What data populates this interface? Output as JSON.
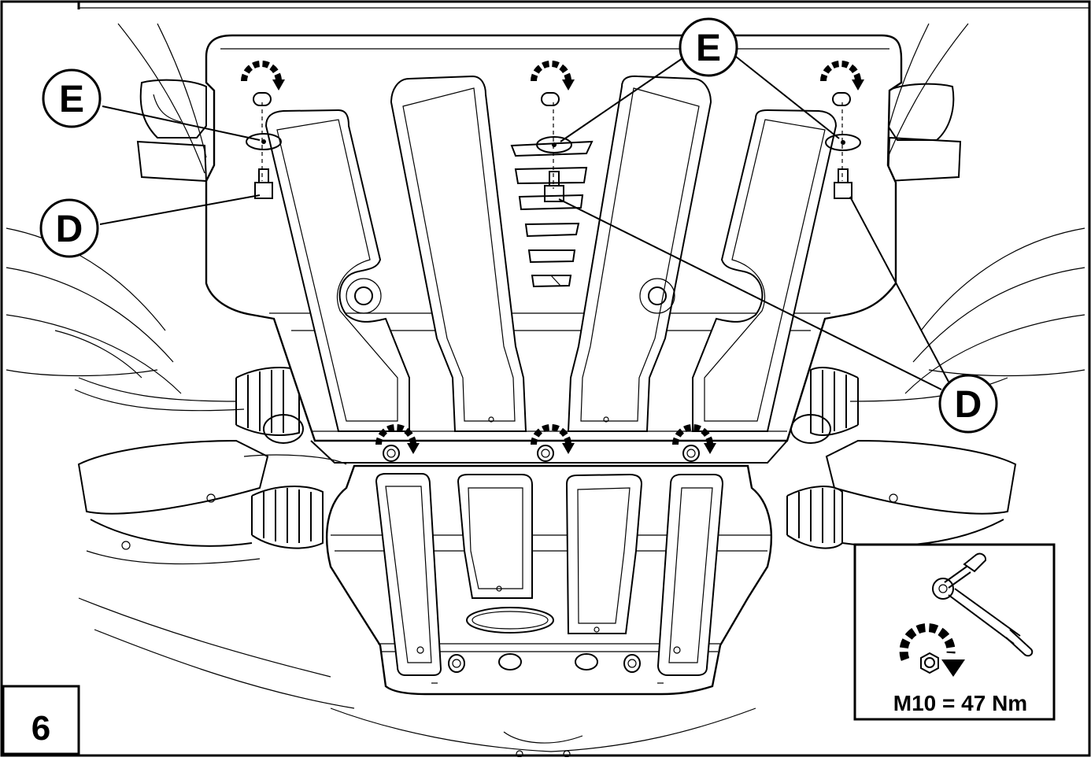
{
  "step": {
    "number": "6"
  },
  "callouts": [
    {
      "id": "E",
      "text": "E"
    },
    {
      "id": "E",
      "text": "E"
    },
    {
      "id": "D",
      "text": "D"
    },
    {
      "id": "D",
      "text": "D"
    }
  ],
  "torque_box": {
    "spec": "M10 = 47 Nm",
    "tool_icon": "socket-wrench-icon",
    "rotation_icon": "clockwise-rotation-icon"
  },
  "colors": {
    "line": "#000000",
    "background": "#ffffff"
  }
}
